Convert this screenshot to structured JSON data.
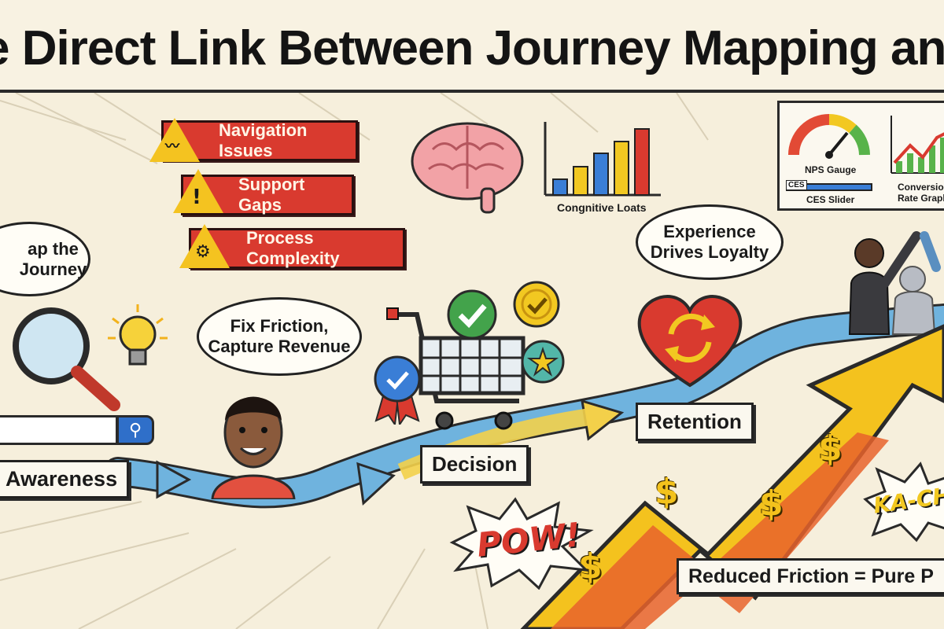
{
  "title": "e Direct Link Between Journey Mapping and Reven",
  "warnings": [
    {
      "label": "Navigation Issues",
      "icon": "scribble-warning-icon"
    },
    {
      "label": "Support Gaps",
      "icon": "exclamation-warning-icon"
    },
    {
      "label": "Process Complexity",
      "icon": "gear-warning-icon"
    }
  ],
  "bubbles": {
    "map_journey_line1": "ap the",
    "map_journey_line2": "Journey",
    "fix_friction_line1": "Fix Friction,",
    "fix_friction_line2": "Capture Revenue",
    "experience_line1": "Experience",
    "experience_line2": "Drives Loyalty"
  },
  "stages": {
    "awareness": "Awareness",
    "decision": "Decision",
    "retention": "Retention"
  },
  "brain_chart_label": "Congnitive Loats",
  "metrics_panel": {
    "nps_label": "NPS Gauge",
    "ces_label": "CES Slider",
    "ces_badge": "CES",
    "conversion_line1": "Conversion",
    "conversion_line2": "Rate Graph"
  },
  "sound_effects": {
    "pow": "POW!",
    "kaching": "KA-CH"
  },
  "bottom_label": "Reduced Friction = Pure P",
  "dollar_sign": "$",
  "colors": {
    "background": "#f6efdc",
    "warning_red": "#d93a2f",
    "warning_yellow": "#f4c320",
    "journey_blue": "#5aa6d8",
    "arrow_yellow": "#f3c21c",
    "arrow_orange": "#e8632b",
    "search_blue": "#2f6fc9"
  }
}
